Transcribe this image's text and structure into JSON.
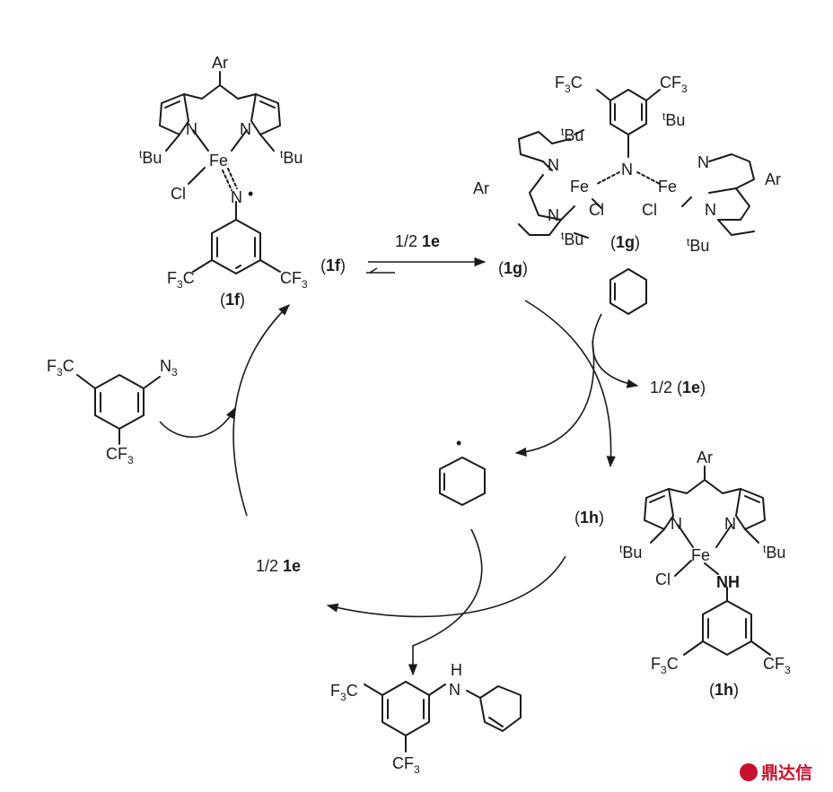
{
  "labels": {
    "ar_1f": "Ar",
    "n_left_1f": "N",
    "n_right_1f": "N",
    "fe_1f": "Fe",
    "tbu_left_1f": "Bu",
    "tbu_right_1f": "Bu",
    "t_sup": "t",
    "cl_1f": "Cl",
    "n_imido_1f": "N",
    "radical_dot": "•",
    "f3c_1f": "F",
    "f3c_1f_sub": "3",
    "f3c_1f_c": "C",
    "cf3_1f": "CF",
    "cf3_1f_sub": "3",
    "tag_1f_a": "1f",
    "tag_1f_b": "1f",
    "arrow_top_label_pre": "1/2 ",
    "arrow_top_label_bold": "1e",
    "f3c_1g": "F",
    "f3c_1g_c": "C",
    "cf3_1g": "CF",
    "tbu_1g_a": "Bu",
    "tbu_1g_b": "Bu",
    "tbu_1g_c": "Bu",
    "tbu_1g_d": "Bu",
    "ar_1g_left": "Ar",
    "ar_1g_right": "Ar",
    "fe_1g_left": "Fe",
    "fe_1g_right": "Fe",
    "n_bridge_1g": "N",
    "cl_1g_left": "Cl",
    "cl_1g_right": "Cl",
    "n_1g_1": "N",
    "n_1g_2": "N",
    "n_1g_3": "N",
    "n_1g_4": "N",
    "tag_1g_a": "1g",
    "tag_1g_b": "1g",
    "half_1e_right_pre": "1/2 (",
    "half_1e_right_bold": "1e",
    "half_1e_right_post": ")",
    "f3c_azide": "F",
    "f3c_azide_c": "C",
    "n3_azide": "N",
    "n3_sub": "3",
    "cf3_azide": "CF",
    "half_1e_left_pre": "1/2 ",
    "half_1e_left_bold": "1e",
    "tag_1h_a": "1h",
    "tag_1h_b": "1h",
    "ar_1h": "Ar",
    "n_1h_left": "N",
    "n_1h_right": "N",
    "fe_1h": "Fe",
    "cl_1h": "Cl",
    "nh_1h": "NH",
    "tbu_1h_left": "Bu",
    "tbu_1h_right": "Bu",
    "f3c_1h": "F",
    "f3c_1h_c": "C",
    "cf3_1h": "CF",
    "f3c_product": "F",
    "f3c_product_c": "C",
    "cf3_product": "CF",
    "nh_product_h": "H",
    "nh_product_n": "N",
    "watermark": "鼎达信"
  },
  "colors": {
    "ink": "#1a1a1a",
    "watermark": "#c8102e"
  }
}
